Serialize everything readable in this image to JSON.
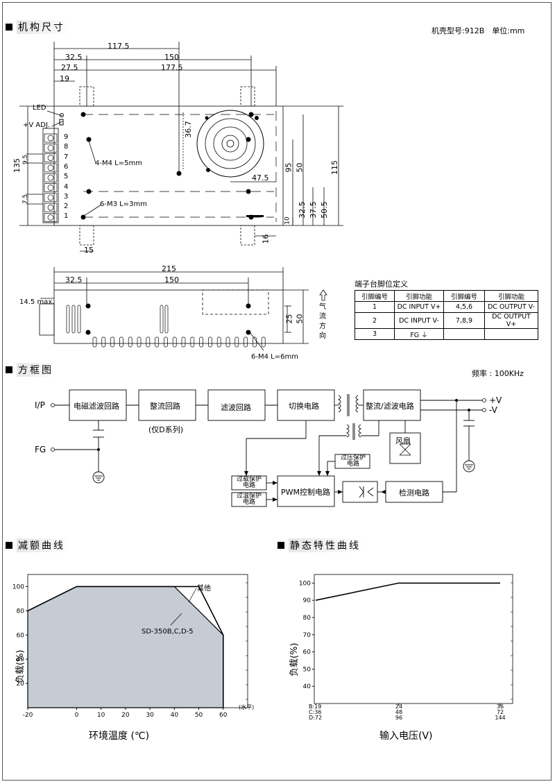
{
  "sections": {
    "dimensions": "机构尺寸",
    "block_diagram": "方框图",
    "derating": "减额曲线",
    "static": "静态特性曲线"
  },
  "case_info": "机壳型号:912B　单位:mm",
  "top_view": {
    "dims": [
      "117.5",
      "32.5",
      "150",
      "27.5",
      "177.5",
      "19",
      "36.7",
      "135",
      "9.5",
      "7.5",
      "95",
      "50",
      "115",
      "47.5",
      "10",
      "32.5",
      "37.5",
      "50.5",
      "15",
      "16"
    ],
    "labels": {
      "led": "LED",
      "vadj": "+V ADJ.",
      "m4": "4-M4 L=5mm",
      "m3": "6-M3 L=3mm"
    },
    "terminals": [
      "9",
      "8",
      "7",
      "6",
      "5",
      "4",
      "3",
      "2",
      "1"
    ]
  },
  "side_view": {
    "dims": [
      "215",
      "32.5",
      "150",
      "14.5 max.",
      "25",
      "50"
    ],
    "airflow": "气流方向",
    "m4": "6-M4 L=6mm"
  },
  "pin_table": {
    "title": "端子台脚位定义",
    "headers": [
      "引脚编号",
      "引脚功能",
      "引脚编号",
      "引脚功能"
    ],
    "rows": [
      [
        "1",
        "DC INPUT V+",
        "4,5,6",
        "DC OUTPUT V-"
      ],
      [
        "2",
        "DC INPUT V-",
        "7,8,9",
        "DC OUTPUT V+"
      ],
      [
        "3",
        "FG ⏚",
        "",
        ""
      ]
    ]
  },
  "block": {
    "freq": "频率 : 100KHz",
    "ip": "I/P",
    "fg": "FG",
    "emi": "电磁滤波回路",
    "rect": "整流回路",
    "rect_note": "(仅D系列)",
    "filter": "滤波回路",
    "switch": "切换电路",
    "rect_filter": "整流/滤波电路",
    "fan": "风扇",
    "ovp": [
      "过压保护",
      "电路"
    ],
    "olp": [
      "过载保护",
      "电路"
    ],
    "otp": [
      "过温保护",
      "电路"
    ],
    "pwm": "PWM控制电路",
    "detect": "检测电路",
    "vplus": "+V",
    "vminus": "-V"
  },
  "derating_chart": {
    "type": "area",
    "xlabel": "环境温度 (℃)",
    "xunit": "(水平)",
    "ylabel": "负载(%)",
    "x_ticks": [
      -20,
      0,
      10,
      20,
      30,
      40,
      50,
      60
    ],
    "y_ticks": [
      20,
      40,
      60,
      80,
      100
    ],
    "xlim": [
      -20,
      70
    ],
    "ylim": [
      0,
      110
    ],
    "series": [
      {
        "name": "SD-350B,C,D-5",
        "x": [
          -20,
          0,
          40,
          60,
          60
        ],
        "y": [
          80,
          100,
          100,
          60,
          0
        ]
      },
      {
        "name": "其他",
        "x": [
          -20,
          0,
          50,
          60,
          60
        ],
        "y": [
          80,
          100,
          100,
          60,
          0
        ]
      }
    ]
  },
  "static_chart": {
    "type": "line",
    "xlabel": "输入电压(V)",
    "ylabel": "负载(%)",
    "y_ticks": [
      40,
      50,
      60,
      70,
      80,
      90,
      100
    ],
    "ylim": [
      30,
      105
    ],
    "x_rows": [
      {
        "label": "B:19",
        "ticks": [
          "24",
          "36"
        ]
      },
      {
        "label": "C:36",
        "ticks": [
          "48",
          "72"
        ]
      },
      {
        "label": "D:72",
        "ticks": [
          "96",
          "144"
        ]
      }
    ],
    "x_positions": [
      0,
      0.45,
      1
    ],
    "series": [
      {
        "x": [
          0,
          0.45,
          1
        ],
        "y": [
          90,
          100,
          100
        ]
      }
    ]
  }
}
